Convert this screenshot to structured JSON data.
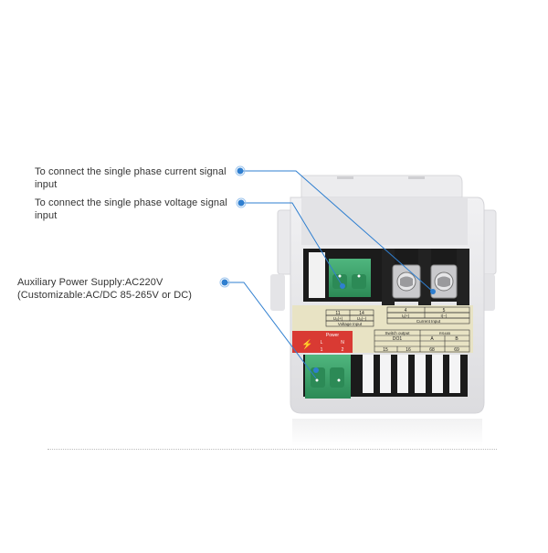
{
  "callouts": [
    {
      "line1": "To connect the single phase current signal",
      "line2": "input"
    },
    {
      "line1": "To connect the single phase voltage signal",
      "line2": "input"
    },
    {
      "line1": "Auxiliary Power Supply:AC220V",
      "line2": "(Customizable:AC/DC 85-265V or DC)"
    }
  ],
  "device_label": {
    "voltage_terminals": [
      "11",
      "14"
    ],
    "voltage_symbols": [
      "Uₒ(+)",
      "Uₒ(−)"
    ],
    "voltage_title": "Voltage Input",
    "current_terminals": [
      "4",
      "5"
    ],
    "current_symbols": [
      "Iₒ(+)",
      "I(−)"
    ],
    "current_title": "Current Input",
    "power_title": "Power",
    "power_cols": [
      "L",
      "N"
    ],
    "power_nums": [
      "1",
      "2"
    ],
    "switch_title": "Switch output",
    "rs_title": "RS485",
    "do_label": "DO1",
    "rs_cols": [
      "A",
      "B"
    ],
    "bottom_nums": [
      "15",
      "16",
      "68",
      "69"
    ]
  },
  "colors": {
    "accent": "#2f7fd0",
    "terminal_green": "#3aa06a",
    "power_red": "#d93a33",
    "label_bg": "#e8e3c4"
  }
}
